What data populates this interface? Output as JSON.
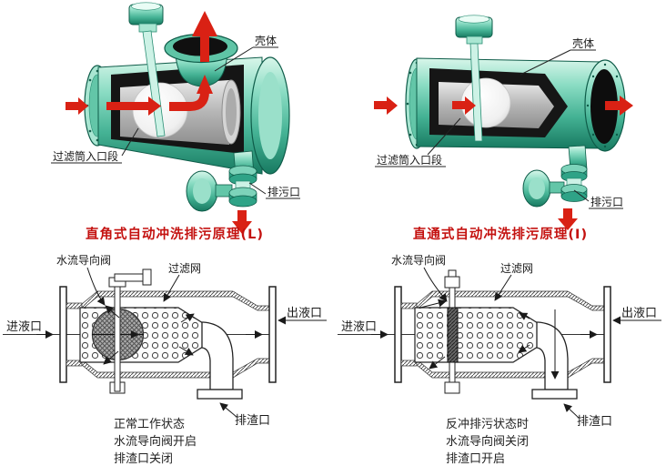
{
  "colors": {
    "teal": "#5cc2a4",
    "teal_dark": "#187a61",
    "red_arrow": "#d92114",
    "caption_red": "#c41210",
    "line": "#222222"
  },
  "diagrams": {
    "top_left": {
      "caption": "直角式自动冲洗排污原理(L)",
      "labels": {
        "shell": "壳体",
        "inlet_section": "过滤筒入口段",
        "drain_outlet": "排污口"
      }
    },
    "top_right": {
      "caption": "直通式自动冲洗排污原理(I)",
      "labels": {
        "shell": "壳体",
        "inlet_section": "过滤筒入口段",
        "drain_outlet": "排污口"
      }
    },
    "bottom_left": {
      "labels": {
        "diverter_valve": "水流导向阀",
        "filter_mesh": "过滤网",
        "liquid_inlet": "进液口",
        "liquid_outlet": "出液口",
        "slag_outlet": "排渣口"
      },
      "status_lines": [
        "正常工作状态",
        "水流导向阀开启",
        "排渣口关闭"
      ]
    },
    "bottom_right": {
      "labels": {
        "diverter_valve": "水流导向阀",
        "filter_mesh": "过滤网",
        "liquid_inlet": "进液口",
        "liquid_outlet": "出液口",
        "slag_outlet": "排渣口"
      },
      "status_lines": [
        "反冲排污状态时",
        "水流导向阀关闭",
        "排渣口开启"
      ]
    }
  }
}
